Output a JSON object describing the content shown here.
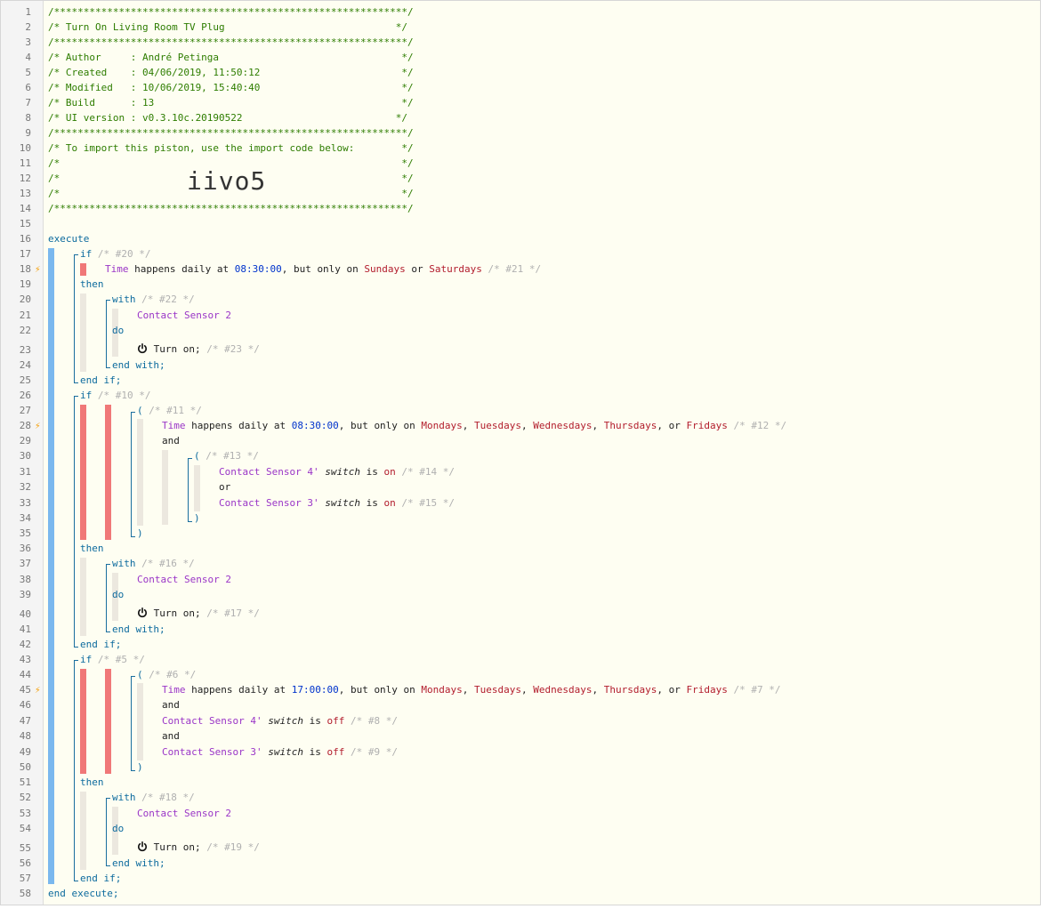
{
  "header": {
    "border": "/************************************************************/",
    "title": "/* Turn On Living Room TV Plug                             */",
    "author": "/* Author     : André Petinga                               */",
    "created": "/* Created    : 04/06/2019, 11:50:12                        */",
    "modified": "/* Modified   : 10/06/2019, 15:40:40                        */",
    "build": "/* Build      : 13                                          */",
    "ui_version": "/* UI version : v0.3.10c.20190522                          */",
    "import_note": "/* To import this piston, use the import code below:        */",
    "blank": "/*                                                          */",
    "import_code": "iivo5"
  },
  "line_numbers": [
    "1",
    "2",
    "3",
    "4",
    "5",
    "6",
    "7",
    "8",
    "9",
    "10",
    "11",
    "12",
    "13",
    "14",
    "15",
    "16",
    "17",
    "18",
    "19",
    "20",
    "21",
    "22",
    "23",
    "24",
    "25",
    "26",
    "27",
    "28",
    "29",
    "30",
    "31",
    "32",
    "33",
    "34",
    "35",
    "36",
    "37",
    "38",
    "39",
    "40",
    "41",
    "42",
    "43",
    "44",
    "45",
    "46",
    "47",
    "48",
    "49",
    "50",
    "51",
    "52",
    "53",
    "54",
    "55",
    "56",
    "57",
    "58"
  ],
  "kw": {
    "execute": "execute",
    "end_execute": "end execute;",
    "if": "if",
    "then": "then",
    "end_if": "end if;",
    "with": "with",
    "do": "do",
    "end_with": "end with;",
    "and": "and",
    "or": "or",
    "open": "(",
    "close": ")",
    "turn_on": "Turn on;"
  },
  "comments": {
    "c20": "/* #20 */",
    "c21": "/* #21 */",
    "c22": "/* #22 */",
    "c23": "/* #23 */",
    "c10": "/* #10 */",
    "c11": "/* #11 */",
    "c12": "/* #12 */",
    "c13": "/* #13 */",
    "c14": "/* #14 */",
    "c15": "/* #15 */",
    "c16": "/* #16 */",
    "c17": "/* #17 */",
    "c5": "/* #5 */",
    "c6": "/* #6 */",
    "c7": "/* #7 */",
    "c8": "/* #8 */",
    "c9": "/* #9 */",
    "c18": "/* #18 */",
    "c19": "/* #19 */"
  },
  "words": {
    "time": "Time",
    "happens_daily_at": "happens daily at",
    "but_only_on": ", but only on",
    "t0830": "08:30:00",
    "t1700": "17:00:00",
    "sundays": "Sundays",
    "saturdays": "Saturdays",
    "mondays": "Mondays",
    "tuesdays": "Tuesdays",
    "wednesdays": "Wednesdays",
    "thursdays": "Thursdays",
    "fridays": "Fridays",
    "comma": ",",
    "or_word": "or",
    "comma_or": ", or",
    "contact2": "Contact Sensor 2",
    "contact4": "Contact Sensor 4'",
    "contact3": "Contact Sensor 3'",
    "switch": "switch",
    "is": "is",
    "on": "on",
    "off": "off"
  },
  "colors": {
    "comment_green": "#2e7d00",
    "keyword": "#0d6b9e",
    "device": "#9a35c7",
    "value": "#0033cc",
    "day": "#b21c2c",
    "bar_blue": "#7ab8ee",
    "bar_red": "#f07878",
    "trigger_bolt": "#f5a00a"
  },
  "icons": {
    "trigger": "lightning-bolt-icon",
    "command": "power-icon"
  }
}
